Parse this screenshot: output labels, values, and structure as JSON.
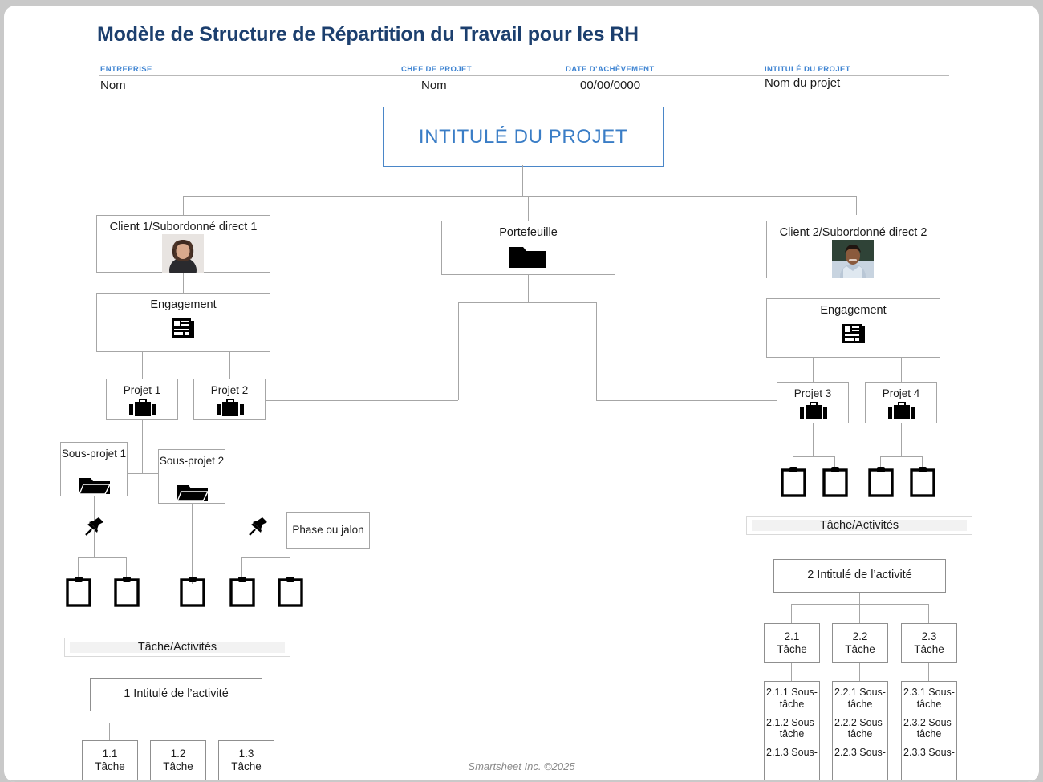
{
  "header": {
    "title": "Modèle de Structure de Répartition du Travail pour les RH",
    "fields": [
      {
        "label": "ENTREPRISE",
        "value": "Nom"
      },
      {
        "label": "CHEF DE PROJET",
        "value": "Nom"
      },
      {
        "label": "DATE D’ACHÈVEMENT",
        "value": "00/00/0000"
      },
      {
        "label": "INTITULÉ DU PROJET",
        "value": "Nom du projet"
      }
    ]
  },
  "project_title_box": {
    "label": "INTITULÉ DU PROJET"
  },
  "chart": {
    "client1": {
      "label": "Client 1/Subordonné direct 1",
      "icon": "person-photo-icon"
    },
    "portfolio": {
      "label": "Portefeuille",
      "icon": "folder-closed-icon"
    },
    "client2": {
      "label": "Client 2/Subordonné direct 2",
      "icon": "person-photo-icon"
    },
    "engagement_left": {
      "label": "Engagement",
      "icon": "newspaper-icon"
    },
    "engagement_right": {
      "label": "Engagement",
      "icon": "newspaper-icon"
    },
    "projet1": {
      "label": "Projet 1",
      "icon": "briefcase-icon"
    },
    "projet2": {
      "label": "Projet 2",
      "icon": "briefcase-icon"
    },
    "projet3": {
      "label": "Projet 3",
      "icon": "briefcase-icon"
    },
    "projet4": {
      "label": "Projet 4",
      "icon": "briefcase-icon"
    },
    "sousprojet1": {
      "label": "Sous-projet 1",
      "icon": "folder-open-icon"
    },
    "sousprojet2": {
      "label": "Sous-projet 2",
      "icon": "folder-open-icon"
    },
    "phase": {
      "label": "Phase ou jalon",
      "icon": "pushpin-icon"
    }
  },
  "banners": {
    "left": "Tâche/Activités",
    "right": "Tâche/Activités"
  },
  "wbs_left": {
    "root": "1 Intitulé de l’activité",
    "tasks": [
      {
        "number": "1.1",
        "label": "Tâche"
      },
      {
        "number": "1.2",
        "label": "Tâche"
      },
      {
        "number": "1.3",
        "label": "Tâche"
      }
    ]
  },
  "wbs_right": {
    "root": "2 Intitulé de l’activité",
    "tasks": [
      {
        "number": "2.1",
        "label": "Tâche"
      },
      {
        "number": "2.2",
        "label": "Tâche"
      },
      {
        "number": "2.3",
        "label": "Tâche"
      }
    ],
    "subtasks": [
      [
        "2.1.1 Sous-tâche",
        "2.1.2 Sous-tâche",
        "2.1.3 Sous-"
      ],
      [
        "2.2.1 Sous-tâche",
        "2.2.2 Sous-tâche",
        "2.2.3 Sous-"
      ],
      [
        "2.3.1 Sous-tâche",
        "2.3.2 Sous-tâche",
        "2.3.3 Sous-"
      ]
    ]
  },
  "footer": {
    "text": "Smartsheet Inc. ©2025"
  },
  "colors": {
    "title": "#1c3f6e",
    "label": "#3f84d2",
    "accent_box_border": "#4a86c8",
    "accent_box_text": "#3a7dc6",
    "connector": "#a6a6a6",
    "node_border": "#a6a6a6"
  }
}
